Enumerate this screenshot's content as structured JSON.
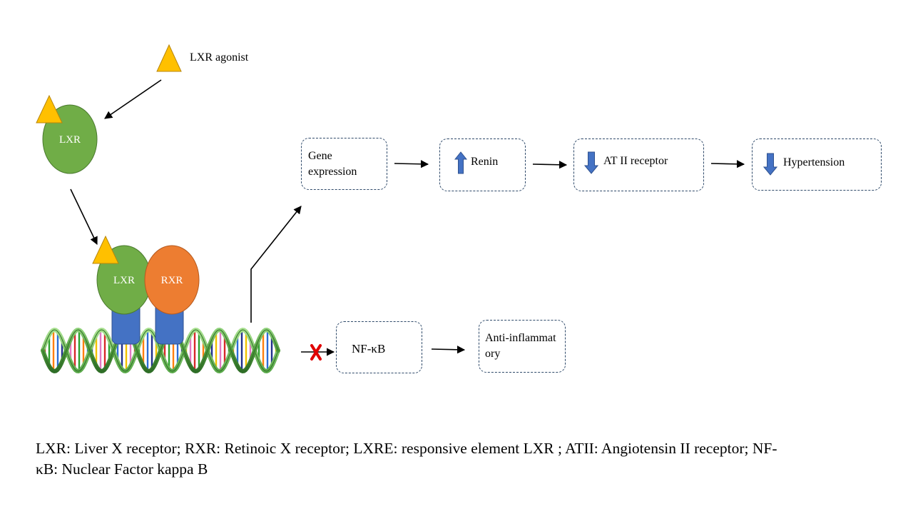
{
  "agonist_label": "LXR agonist",
  "lxr_label": "LXR",
  "rxr_label": "RXR",
  "boxes": {
    "gene_expression": "Gene expression",
    "renin": "Renin",
    "at2_receptor": "AT II receptor",
    "hypertension": "Hypertension",
    "nfkb": "NF-κB",
    "anti_inflammatory": "Anti-inflammatory"
  },
  "caption": "LXR: Liver X receptor; RXR: Retinoic X receptor; LXRE: responsive element LXR ; ATII: Angiotensin II receptor; NF-κB: Nuclear Factor kappa B",
  "colors": {
    "triangle": "#ffc000",
    "lxr": "#70ad47",
    "rxr": "#ed7d31",
    "pillar": "#4472c4",
    "box_border": "#2f4a6a",
    "inhibit_x": "#e00000"
  },
  "icons": {
    "up": "up-arrow-icon",
    "down": "down-arrow-icon",
    "inhibit": "x-mark-icon"
  }
}
